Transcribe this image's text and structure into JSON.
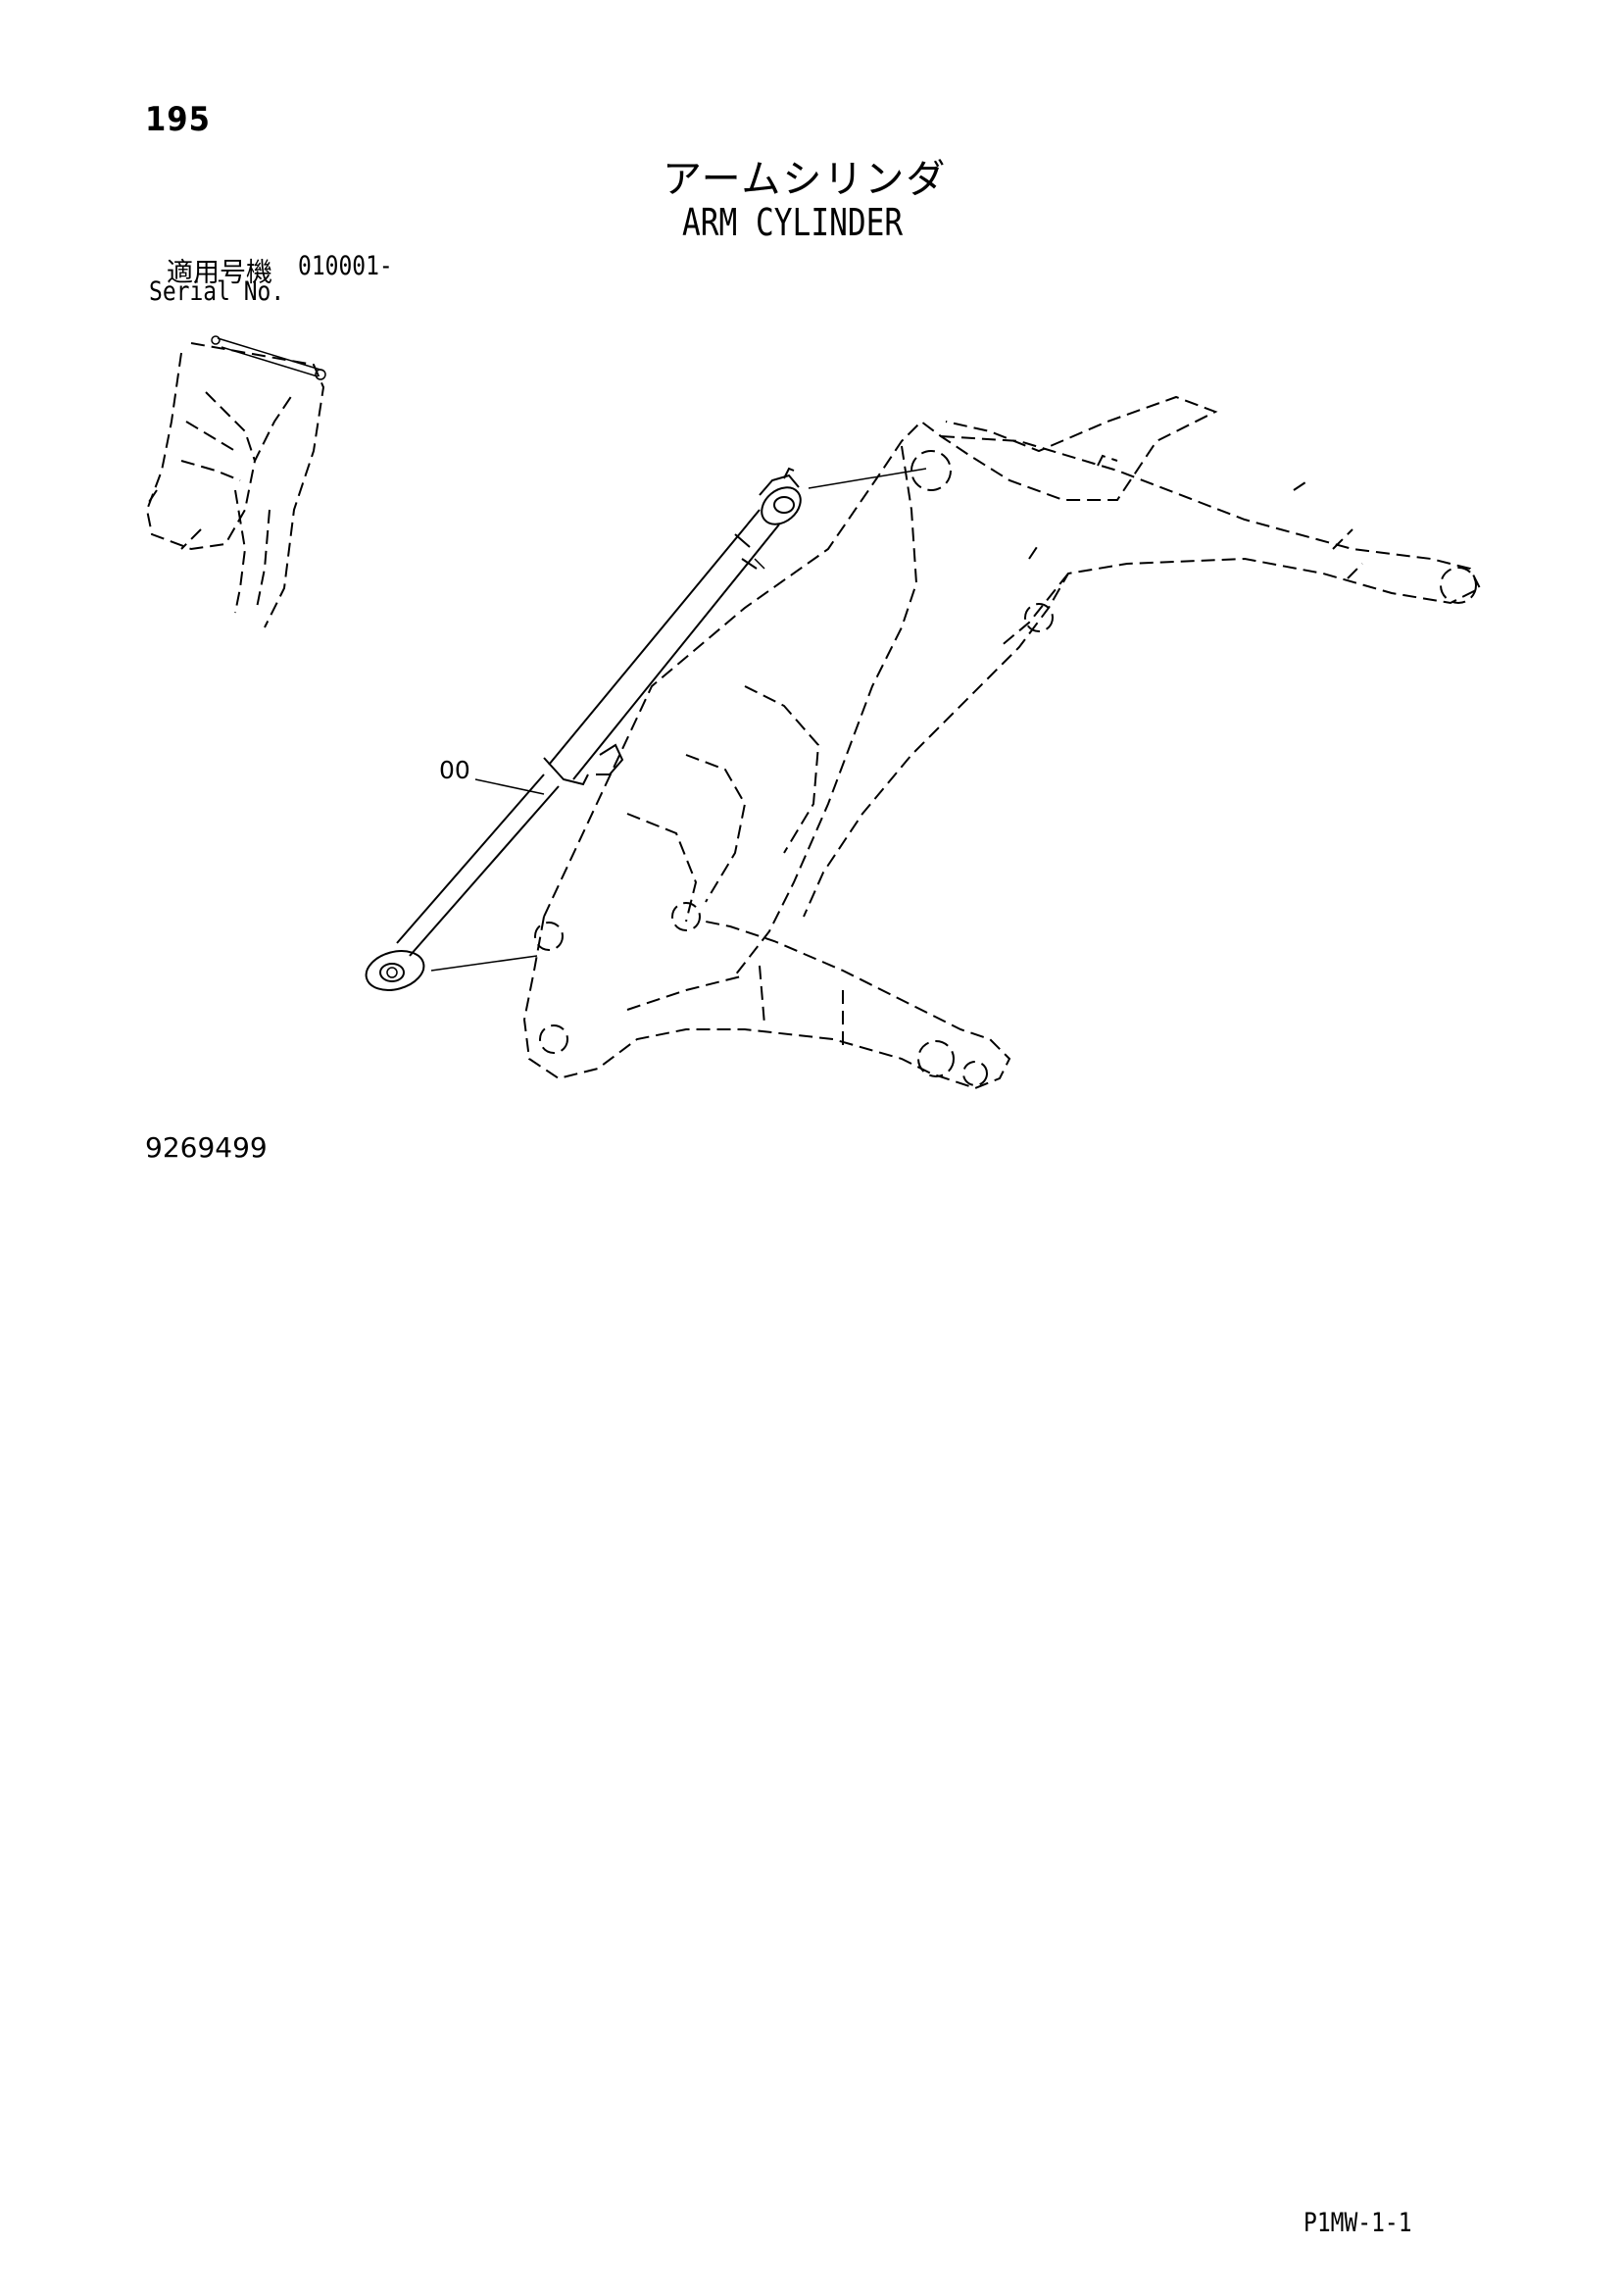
{
  "page_number": "195",
  "title": {
    "japanese": "アームシリンダ",
    "english": "ARM CYLINDER"
  },
  "serial": {
    "label_japanese": "適用号機",
    "value": "010001-",
    "label_english": "Serial No."
  },
  "callouts": [
    "00"
  ],
  "drawing_number": "9269499",
  "page_code": "P1MW-1-1"
}
